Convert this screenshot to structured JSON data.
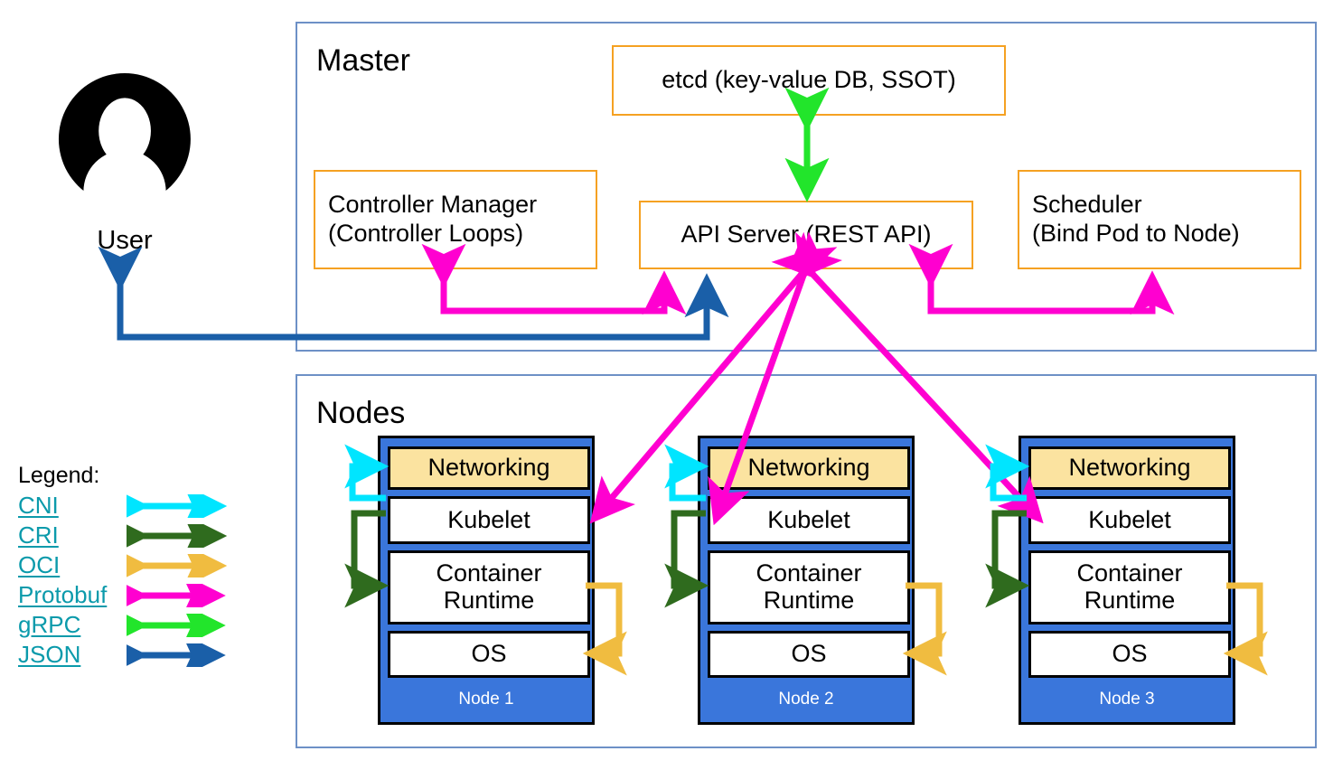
{
  "diagram": {
    "title": "Kubernetes Master and Nodes Architecture",
    "type": "architecture-diagram"
  },
  "user": {
    "caption": "User",
    "icon": "user-avatar-icon"
  },
  "master": {
    "title": "Master",
    "components": [
      {
        "id": "etcd",
        "label": "etcd (key-value DB, SSOT)"
      },
      {
        "id": "controller-manager",
        "line1": "Controller Manager",
        "line2": "(Controller Loops)"
      },
      {
        "id": "api-server",
        "label": "API Server (REST API)"
      },
      {
        "id": "scheduler",
        "line1": "Scheduler",
        "line2": "(Bind Pod to Node)"
      }
    ]
  },
  "nodes_section": {
    "title": "Nodes",
    "layers": [
      "Networking",
      "Kubelet",
      "Container Runtime",
      "OS"
    ],
    "nodes": [
      {
        "name": "Node 1",
        "layers": [
          "Networking",
          "Kubelet",
          "Container\nRuntime",
          "OS"
        ]
      },
      {
        "name": "Node 2",
        "layers": [
          "Networking",
          "Kubelet",
          "Container\nRuntime",
          "OS"
        ]
      },
      {
        "name": "Node 3",
        "layers": [
          "Networking",
          "Kubelet",
          "Container\nRuntime",
          "OS"
        ]
      }
    ],
    "node_labels": [
      "Node 1",
      "Node 2",
      "Node 3"
    ],
    "layer_networking": "Networking",
    "layer_kubelet": "Kubelet",
    "layer_runtime_line1": "Container",
    "layer_runtime_line2": "Runtime",
    "layer_os": "OS"
  },
  "legend": {
    "title": "Legend:",
    "items": [
      {
        "name": "CNI",
        "color": "#00e5ff"
      },
      {
        "name": "CRI",
        "color": "#2f6b1e"
      },
      {
        "name": "OCI",
        "color": "#f0bc40"
      },
      {
        "name": "Protobuf",
        "color": "#ff00d0"
      },
      {
        "name": "gRPC",
        "color": "#22e52b"
      },
      {
        "name": "JSON",
        "color": "#1a5fa8"
      }
    ]
  },
  "colors": {
    "group_border": "#6d90c6",
    "master_box_border": "#f5a122",
    "node_fill": "#3a76db",
    "networking_fill": "#fbe3a0",
    "link_text": "#0b9aab",
    "cni": "#00e5ff",
    "cri": "#2f6b1e",
    "oci": "#f0bc40",
    "protobuf": "#ff00d0",
    "grpc": "#22e52b",
    "json": "#1a5fa8"
  },
  "connections": [
    {
      "from": "etcd",
      "to": "api-server",
      "protocol": "gRPC",
      "bidirectional": true
    },
    {
      "from": "user",
      "to": "api-server",
      "protocol": "JSON",
      "bidirectional": true
    },
    {
      "from": "controller-manager",
      "to": "api-server",
      "protocol": "Protobuf",
      "bidirectional": true
    },
    {
      "from": "scheduler",
      "to": "api-server",
      "protocol": "Protobuf",
      "bidirectional": true
    },
    {
      "from": "node-1-kubelet",
      "to": "api-server",
      "protocol": "Protobuf",
      "bidirectional": true
    },
    {
      "from": "node-2-kubelet",
      "to": "api-server",
      "protocol": "Protobuf",
      "bidirectional": true
    },
    {
      "from": "node-3-kubelet",
      "to": "api-server",
      "protocol": "Protobuf",
      "bidirectional": true
    },
    {
      "from": "kubelet",
      "to": "networking",
      "protocol": "CNI",
      "bidirectional": false
    },
    {
      "from": "kubelet",
      "to": "container-runtime",
      "protocol": "CRI",
      "bidirectional": false
    },
    {
      "from": "container-runtime",
      "to": "os",
      "protocol": "OCI",
      "bidirectional": false
    }
  ]
}
